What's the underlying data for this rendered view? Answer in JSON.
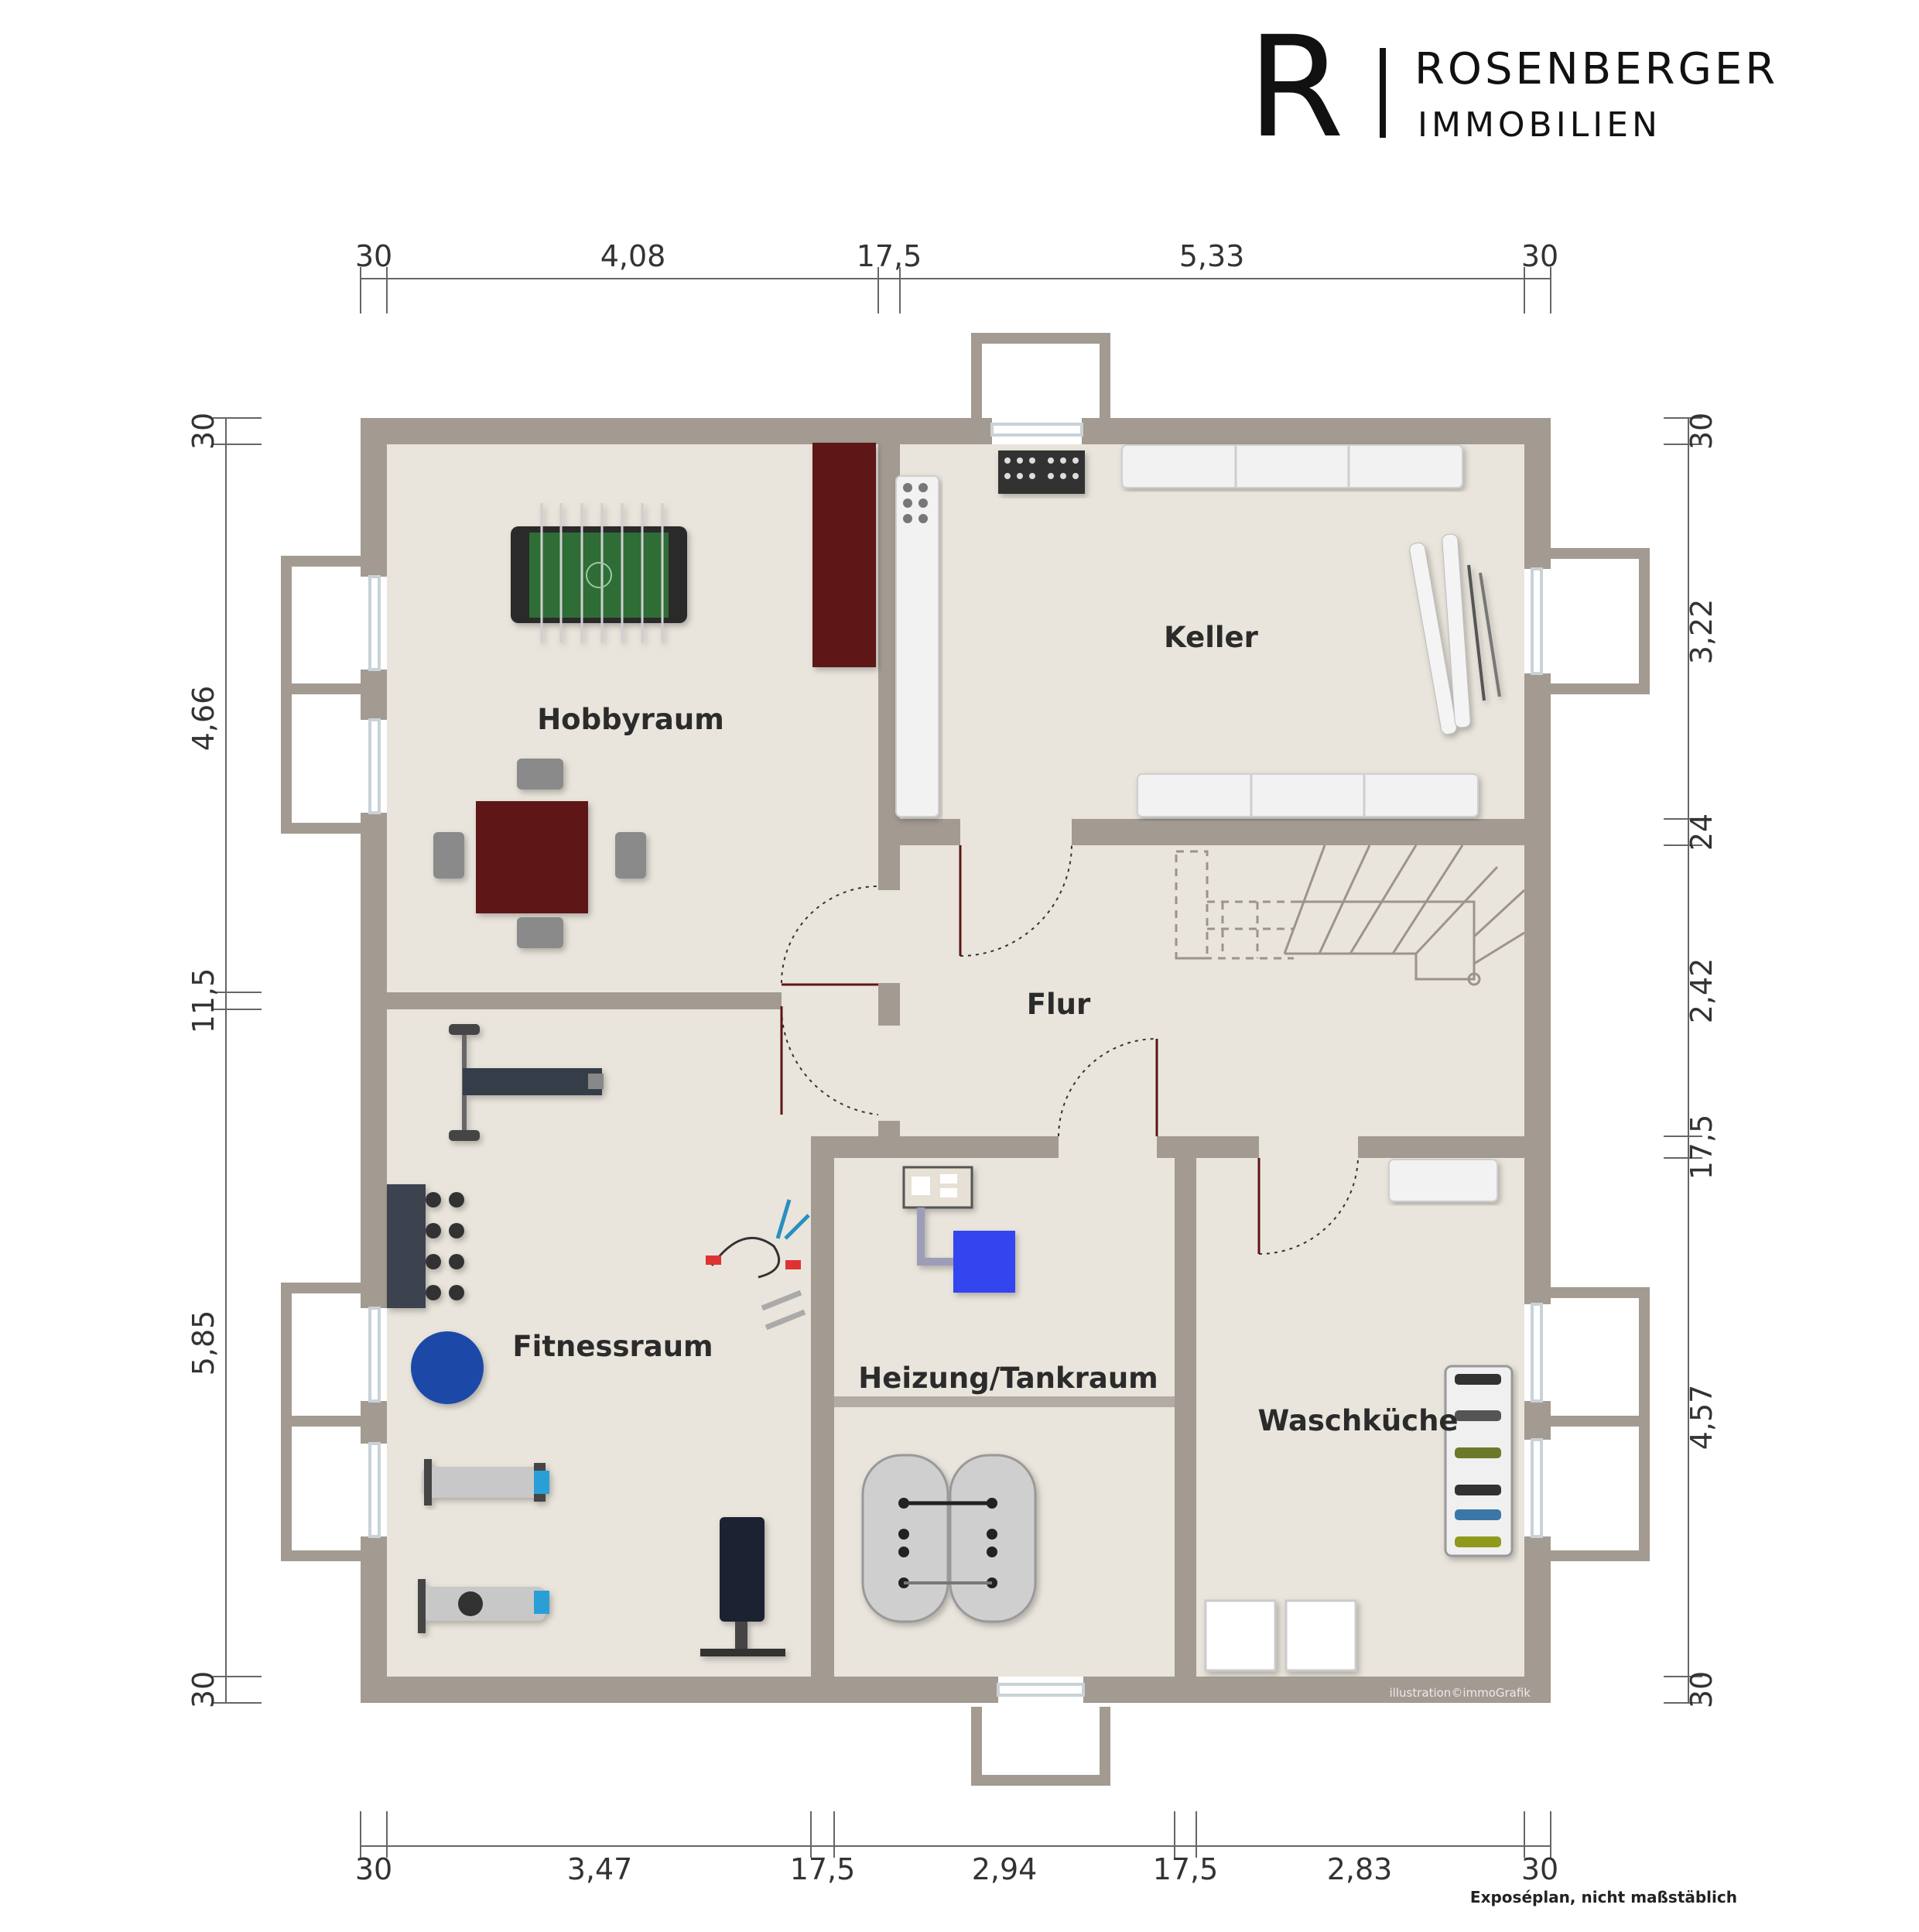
{
  "logo": {
    "mark": "R",
    "company": "ROSENBERGER",
    "subtitle": "IMMOBILIEN"
  },
  "rooms": {
    "hobbyraum": "Hobbyraum",
    "keller": "Keller",
    "flur": "Flur",
    "fitnessraum": "Fitnessraum",
    "heizung": "Heizung/Tankraum",
    "waschkueche": "Waschküche"
  },
  "dimensions": {
    "top": [
      "30",
      "4,08",
      "17,5",
      "5,33",
      "30"
    ],
    "bottom": [
      "30",
      "3,47",
      "17,5",
      "2,94",
      "17,5",
      "2,83",
      "30"
    ],
    "left": [
      "30",
      "4,66",
      "11,5",
      "5,85",
      "30"
    ],
    "right": [
      "30",
      "3,22",
      "24",
      "2,42",
      "17,5",
      "4,57",
      "30"
    ]
  },
  "footer": {
    "note": "Exposéplan, nicht maßstäblich",
    "credit": "illustration©immoGrafik"
  },
  "colors": {
    "wall": "#a39a91",
    "floor": "#e9e5dc",
    "wood": "#5e1515",
    "foosball": "#2f6d35",
    "heating": "#3344ee",
    "ball": "#1f4aa8"
  }
}
